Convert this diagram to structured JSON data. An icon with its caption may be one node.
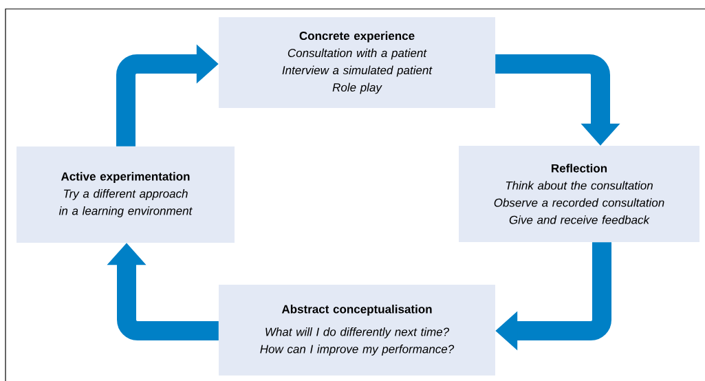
{
  "diagram": {
    "nodes": [
      {
        "text": [
          "Concrete experience",
          "Consultation with a patient",
          "Interview a simulated patient",
          "Role play"
        ]
      },
      {
        "text": [
          "Reflection",
          "Think about the consultation",
          "Observe a recorded consultation",
          "Give and receive feedback"
        ]
      },
      {
        "text": [
          "Abstract conceptualisation",
          "What will I do differently next time?",
          "How can I improve my performance?"
        ]
      },
      {
        "text": [
          "Active experimentation",
          "Try a different approach in a learning environment"
        ]
      }
    ],
    "edges": [
      {
        "from": 0,
        "to": 1,
        "arrow": "to"
      },
      {
        "from": 1,
        "to": 2,
        "arrow": "to"
      },
      {
        "from": 2,
        "to": 3,
        "arrow": "to"
      },
      {
        "from": 3,
        "to": 0,
        "arrow": "to"
      }
    ]
  }
}
